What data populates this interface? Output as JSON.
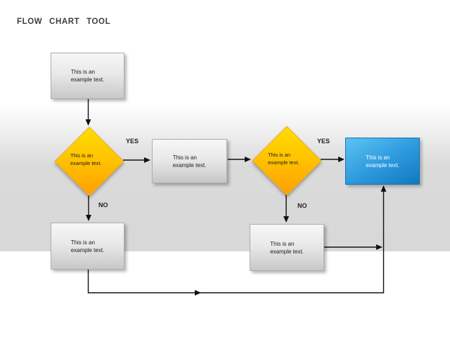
{
  "title": "FLOW CHART TOOL",
  "nodes": {
    "start": {
      "type": "process",
      "text": "This is an\nexample text."
    },
    "decision1": {
      "type": "decision",
      "text": "This is an\nexample text."
    },
    "process1": {
      "type": "process",
      "text": "This is an\nexample text."
    },
    "decision2": {
      "type": "decision",
      "text": "This is an\nexample text."
    },
    "end": {
      "type": "terminal",
      "text": "This is an\nexample text."
    },
    "no_branch1": {
      "type": "process",
      "text": "This is an\nexample text."
    },
    "no_branch2": {
      "type": "process",
      "text": "This is an\nexample text."
    }
  },
  "edge_labels": {
    "decision1_yes": "YES",
    "decision1_no": "NO",
    "decision2_yes": "YES",
    "decision2_no": "NO"
  },
  "colors": {
    "diamond_top": "#ffdd00",
    "diamond_bottom": "#ff9f00",
    "terminal_top": "#5ec3f2",
    "terminal_bottom": "#1278c0",
    "process_top": "#f7f7f7",
    "process_bottom": "#c8c8c8",
    "band_gray": "#d8d8d8",
    "connector": "#111111",
    "title_color": "#3d3d3d"
  }
}
